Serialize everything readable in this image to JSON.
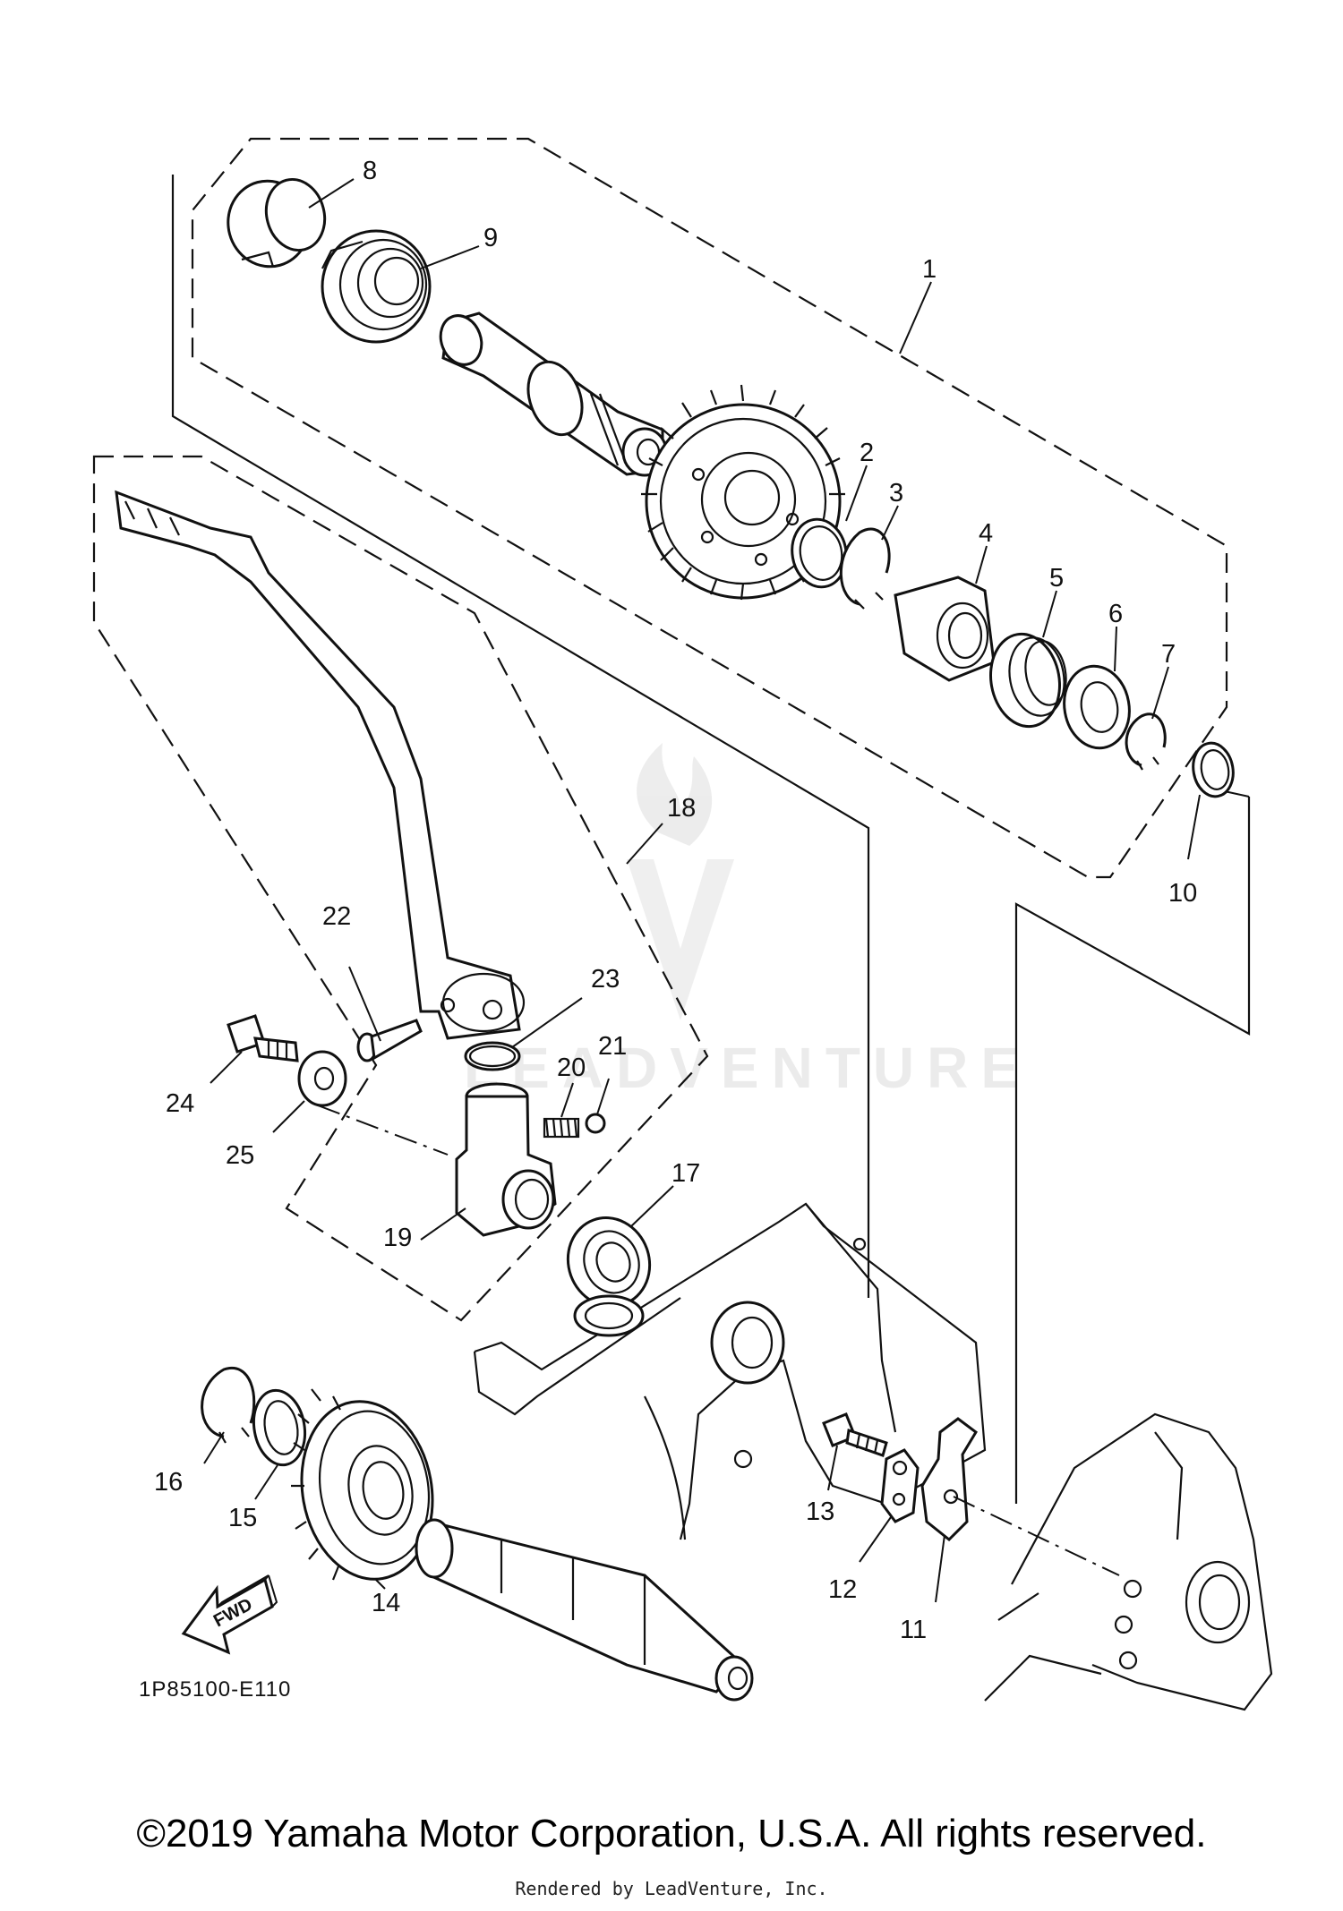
{
  "diagram_code": "1P85100-E110",
  "fwd_label": "FWD",
  "watermark": "LEADVENTURE",
  "copyright": "©2019 Yamaha Motor Corporation, U.S.A. All rights reserved.",
  "rendered_by": "Rendered by LeadVenture, Inc.",
  "callouts": [
    "1",
    "2",
    "3",
    "4",
    "5",
    "6",
    "7",
    "8",
    "9",
    "10",
    "11",
    "12",
    "13",
    "14",
    "15",
    "16",
    "17",
    "18",
    "19",
    "20",
    "21",
    "22",
    "23",
    "24",
    "25"
  ]
}
